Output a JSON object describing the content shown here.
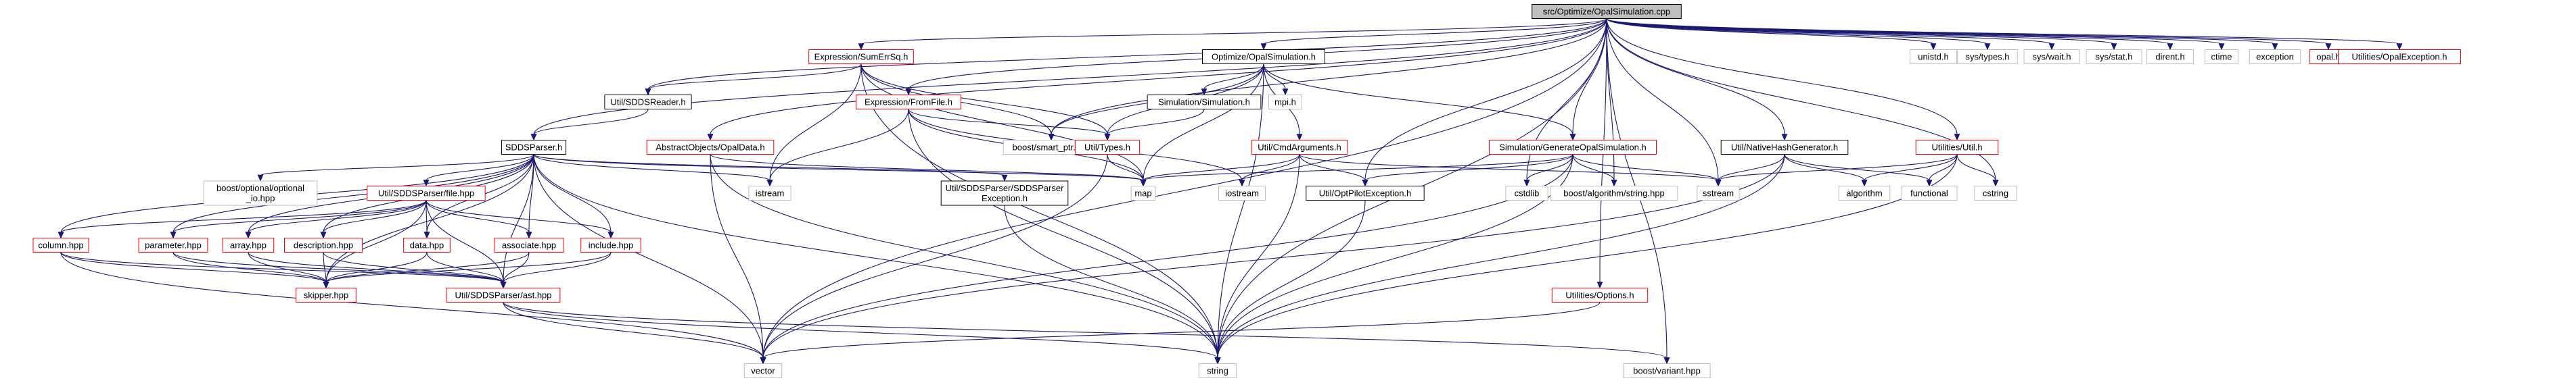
{
  "graph": {
    "root": "src/Optimize/OpalSimulation.cpp",
    "nodes": [
      {
        "id": "root",
        "label": "src/Optimize/OpalSimulation.cpp",
        "style": "root"
      },
      {
        "id": "sumerrsq",
        "label": "Expression/SumErrSq.h",
        "style": "red"
      },
      {
        "id": "optsim_h",
        "label": "Optimize/OpalSimulation.h",
        "style": "black"
      },
      {
        "id": "unistd",
        "label": "unistd.h",
        "style": "gray"
      },
      {
        "id": "systypes",
        "label": "sys/types.h",
        "style": "gray"
      },
      {
        "id": "syswait",
        "label": "sys/wait.h",
        "style": "gray"
      },
      {
        "id": "sysstat",
        "label": "sys/stat.h",
        "style": "gray"
      },
      {
        "id": "dirent",
        "label": "dirent.h",
        "style": "gray"
      },
      {
        "id": "ctime",
        "label": "ctime",
        "style": "gray"
      },
      {
        "id": "exception",
        "label": "exception",
        "style": "gray"
      },
      {
        "id": "opal_h",
        "label": "opal.h",
        "style": "red"
      },
      {
        "id": "opalexc",
        "label": "Utilities/OpalException.h",
        "style": "red"
      },
      {
        "id": "sddsreader",
        "label": "Util/SDDSReader.h",
        "style": "black"
      },
      {
        "id": "fromfile",
        "label": "Expression/FromFile.h",
        "style": "red"
      },
      {
        "id": "simulation_h",
        "label": "Simulation/Simulation.h",
        "style": "black"
      },
      {
        "id": "mpi",
        "label": "mpi.h",
        "style": "gray"
      },
      {
        "id": "smartptr",
        "label": "boost/smart_ptr.hpp",
        "style": "gray"
      },
      {
        "id": "types_h",
        "label": "Util/Types.h",
        "style": "red"
      },
      {
        "id": "cmdargs",
        "label": "Util/CmdArguments.h",
        "style": "red"
      },
      {
        "id": "genopal",
        "label": "Simulation/GenerateOpalSimulation.h",
        "style": "red"
      },
      {
        "id": "nhg",
        "label": "Util/NativeHashGenerator.h",
        "style": "black"
      },
      {
        "id": "util_h",
        "label": "Utilities/Util.h",
        "style": "red"
      },
      {
        "id": "sddsparser",
        "label": "SDDSParser.h",
        "style": "black"
      },
      {
        "id": "abstractobj",
        "label": "AbstractObjects/OpalData.h",
        "style": "red"
      },
      {
        "id": "optional_io",
        "label": "boost/optional/optional\n_io.hpp",
        "style": "gray"
      },
      {
        "id": "sddsfile",
        "label": "Util/SDDSParser/file.hpp",
        "style": "red"
      },
      {
        "id": "sddsexc",
        "label": "Util/SDDSParser/SDDSParser\nException.h",
        "style": "black"
      },
      {
        "id": "istream",
        "label": "istream",
        "style": "gray"
      },
      {
        "id": "map",
        "label": "map",
        "style": "gray"
      },
      {
        "id": "iostream",
        "label": "iostream",
        "style": "gray"
      },
      {
        "id": "optpilotexc",
        "label": "Util/OptPilotException.h",
        "style": "black"
      },
      {
        "id": "cstdlib",
        "label": "cstdlib",
        "style": "gray"
      },
      {
        "id": "algstring",
        "label": "boost/algorithm/string.hpp",
        "style": "gray"
      },
      {
        "id": "sstream",
        "label": "sstream",
        "style": "gray"
      },
      {
        "id": "algorithm",
        "label": "algorithm",
        "style": "gray"
      },
      {
        "id": "functional",
        "label": "functional",
        "style": "gray"
      },
      {
        "id": "cstring",
        "label": "cstring",
        "style": "gray"
      },
      {
        "id": "column",
        "label": "column.hpp",
        "style": "red"
      },
      {
        "id": "parameter",
        "label": "parameter.hpp",
        "style": "red"
      },
      {
        "id": "array",
        "label": "array.hpp",
        "style": "red"
      },
      {
        "id": "description",
        "label": "description.hpp",
        "style": "red"
      },
      {
        "id": "data",
        "label": "data.hpp",
        "style": "red"
      },
      {
        "id": "associate",
        "label": "associate.hpp",
        "style": "red"
      },
      {
        "id": "include",
        "label": "include.hpp",
        "style": "red"
      },
      {
        "id": "skipper",
        "label": "skipper.hpp",
        "style": "red"
      },
      {
        "id": "ast",
        "label": "Util/SDDSParser/ast.hpp",
        "style": "red"
      },
      {
        "id": "options",
        "label": "Utilities/Options.h",
        "style": "red"
      },
      {
        "id": "vector",
        "label": "vector",
        "style": "gray"
      },
      {
        "id": "string",
        "label": "string",
        "style": "gray"
      },
      {
        "id": "variant",
        "label": "boost/variant.hpp",
        "style": "gray"
      }
    ],
    "edges": [
      [
        "root",
        "sumerrsq"
      ],
      [
        "root",
        "optsim_h"
      ],
      [
        "root",
        "unistd"
      ],
      [
        "root",
        "systypes"
      ],
      [
        "root",
        "syswait"
      ],
      [
        "root",
        "sysstat"
      ],
      [
        "root",
        "dirent"
      ],
      [
        "root",
        "ctime"
      ],
      [
        "root",
        "exception"
      ],
      [
        "root",
        "opal_h"
      ],
      [
        "root",
        "opalexc"
      ],
      [
        "root",
        "sddsreader"
      ],
      [
        "root",
        "sddsparser"
      ],
      [
        "root",
        "abstractobj"
      ],
      [
        "root",
        "fromfile"
      ],
      [
        "root",
        "smartptr"
      ],
      [
        "root",
        "genopal"
      ],
      [
        "root",
        "nhg"
      ],
      [
        "root",
        "util_h"
      ],
      [
        "root",
        "options"
      ],
      [
        "root",
        "cstdlib"
      ],
      [
        "root",
        "algstring"
      ],
      [
        "root",
        "sstream"
      ],
      [
        "root",
        "cstring"
      ],
      [
        "root",
        "optpilotexc"
      ],
      [
        "root",
        "vector"
      ],
      [
        "root",
        "string"
      ],
      [
        "root",
        "variant"
      ],
      [
        "sumerrsq",
        "sddsreader"
      ],
      [
        "sumerrsq",
        "smartptr"
      ],
      [
        "sumerrsq",
        "types_h"
      ],
      [
        "sumerrsq",
        "map"
      ],
      [
        "sumerrsq",
        "istream"
      ],
      [
        "sumerrsq",
        "string"
      ],
      [
        "optsim_h",
        "simulation_h"
      ],
      [
        "optsim_h",
        "mpi"
      ],
      [
        "optsim_h",
        "smartptr"
      ],
      [
        "optsim_h",
        "types_h"
      ],
      [
        "optsim_h",
        "cmdargs"
      ],
      [
        "optsim_h",
        "genopal"
      ],
      [
        "optsim_h",
        "map"
      ],
      [
        "optsim_h",
        "string"
      ],
      [
        "sddsreader",
        "sddsparser"
      ],
      [
        "fromfile",
        "types_h"
      ],
      [
        "fromfile",
        "map"
      ],
      [
        "fromfile",
        "istream"
      ],
      [
        "fromfile",
        "iostream"
      ],
      [
        "fromfile",
        "string"
      ],
      [
        "simulation_h",
        "types_h"
      ],
      [
        "types_h",
        "map"
      ],
      [
        "types_h",
        "vector"
      ],
      [
        "cmdargs",
        "map"
      ],
      [
        "cmdargs",
        "iostream"
      ],
      [
        "cmdargs",
        "sstream"
      ],
      [
        "cmdargs",
        "optpilotexc"
      ],
      [
        "cmdargs",
        "string"
      ],
      [
        "genopal",
        "optpilotexc"
      ],
      [
        "genopal",
        "cstdlib"
      ],
      [
        "genopal",
        "algstring"
      ],
      [
        "genopal",
        "sstream"
      ],
      [
        "genopal",
        "map"
      ],
      [
        "genopal",
        "vector"
      ],
      [
        "genopal",
        "string"
      ],
      [
        "nhg",
        "sstream"
      ],
      [
        "nhg",
        "algorithm"
      ],
      [
        "nhg",
        "functional"
      ],
      [
        "nhg",
        "string"
      ],
      [
        "nhg",
        "vector"
      ],
      [
        "util_h",
        "sstream"
      ],
      [
        "util_h",
        "algorithm"
      ],
      [
        "util_h",
        "functional"
      ],
      [
        "util_h",
        "cstring"
      ],
      [
        "util_h",
        "string"
      ],
      [
        "sddsparser",
        "optional_io"
      ],
      [
        "sddsparser",
        "sddsfile"
      ],
      [
        "sddsparser",
        "sddsexc"
      ],
      [
        "sddsparser",
        "istream"
      ],
      [
        "sddsparser",
        "map"
      ],
      [
        "sddsparser",
        "column"
      ],
      [
        "sddsparser",
        "parameter"
      ],
      [
        "sddsparser",
        "array"
      ],
      [
        "sddsparser",
        "description"
      ],
      [
        "sddsparser",
        "data"
      ],
      [
        "sddsparser",
        "associate"
      ],
      [
        "sddsparser",
        "include"
      ],
      [
        "sddsparser",
        "ast"
      ],
      [
        "sddsparser",
        "skipper"
      ],
      [
        "sddsparser",
        "string"
      ],
      [
        "sddsparser",
        "vector"
      ],
      [
        "abstractobj",
        "map"
      ],
      [
        "abstractobj",
        "vector"
      ],
      [
        "abstractobj",
        "string"
      ],
      [
        "sddsfile",
        "column"
      ],
      [
        "sddsfile",
        "parameter"
      ],
      [
        "sddsfile",
        "array"
      ],
      [
        "sddsfile",
        "description"
      ],
      [
        "sddsfile",
        "data"
      ],
      [
        "sddsfile",
        "associate"
      ],
      [
        "sddsfile",
        "include"
      ],
      [
        "sddsfile",
        "skipper"
      ],
      [
        "sddsfile",
        "ast"
      ],
      [
        "sddsexc",
        "string"
      ],
      [
        "optpilotexc",
        "string"
      ],
      [
        "column",
        "skipper"
      ],
      [
        "column",
        "ast"
      ],
      [
        "column",
        "vector"
      ],
      [
        "parameter",
        "skipper"
      ],
      [
        "parameter",
        "ast"
      ],
      [
        "array",
        "skipper"
      ],
      [
        "array",
        "ast"
      ],
      [
        "description",
        "skipper"
      ],
      [
        "description",
        "ast"
      ],
      [
        "data",
        "skipper"
      ],
      [
        "data",
        "ast"
      ],
      [
        "associate",
        "skipper"
      ],
      [
        "associate",
        "ast"
      ],
      [
        "include",
        "skipper"
      ],
      [
        "include",
        "ast"
      ],
      [
        "ast",
        "vector"
      ],
      [
        "ast",
        "string"
      ],
      [
        "ast",
        "variant"
      ],
      [
        "options",
        "vector"
      ]
    ]
  }
}
